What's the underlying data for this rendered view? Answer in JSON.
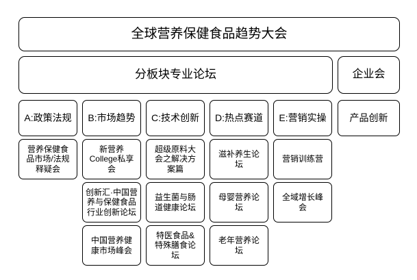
{
  "diagram": {
    "type": "organization-tree",
    "title": "全球营养保健食品趋势大会",
    "branches": {
      "forums_label": "分板块专业论坛",
      "corporate_label": "企业会"
    },
    "columns": [
      {
        "id": "A",
        "header": "A:政策法规",
        "items": [
          "营养保健食\n品市场/法规\n释疑会"
        ]
      },
      {
        "id": "B",
        "header": "B:市场趋势",
        "items": [
          "新营养\nCollege私享\n会",
          "创新汇·中国营\n养与保健食品\n行业创新论坛",
          "中国营养健\n康市场峰会"
        ]
      },
      {
        "id": "C",
        "header": "C:技术创新",
        "items": [
          "超级原料大\n会之解决方\n案篇",
          "益生菌与肠\n道健康论坛",
          "特医食品&\n特殊膳食论\n坛"
        ]
      },
      {
        "id": "D",
        "header": "D:热点赛道",
        "items": [
          "滋补养生论\n坛",
          "母婴营养论\n坛",
          "老年营养论\n坛"
        ]
      },
      {
        "id": "E",
        "header": "E:营销实操",
        "items": [
          "营销训练营",
          "全域增长峰\n会"
        ]
      },
      {
        "id": "F",
        "header": "产品创新",
        "items": []
      }
    ]
  }
}
